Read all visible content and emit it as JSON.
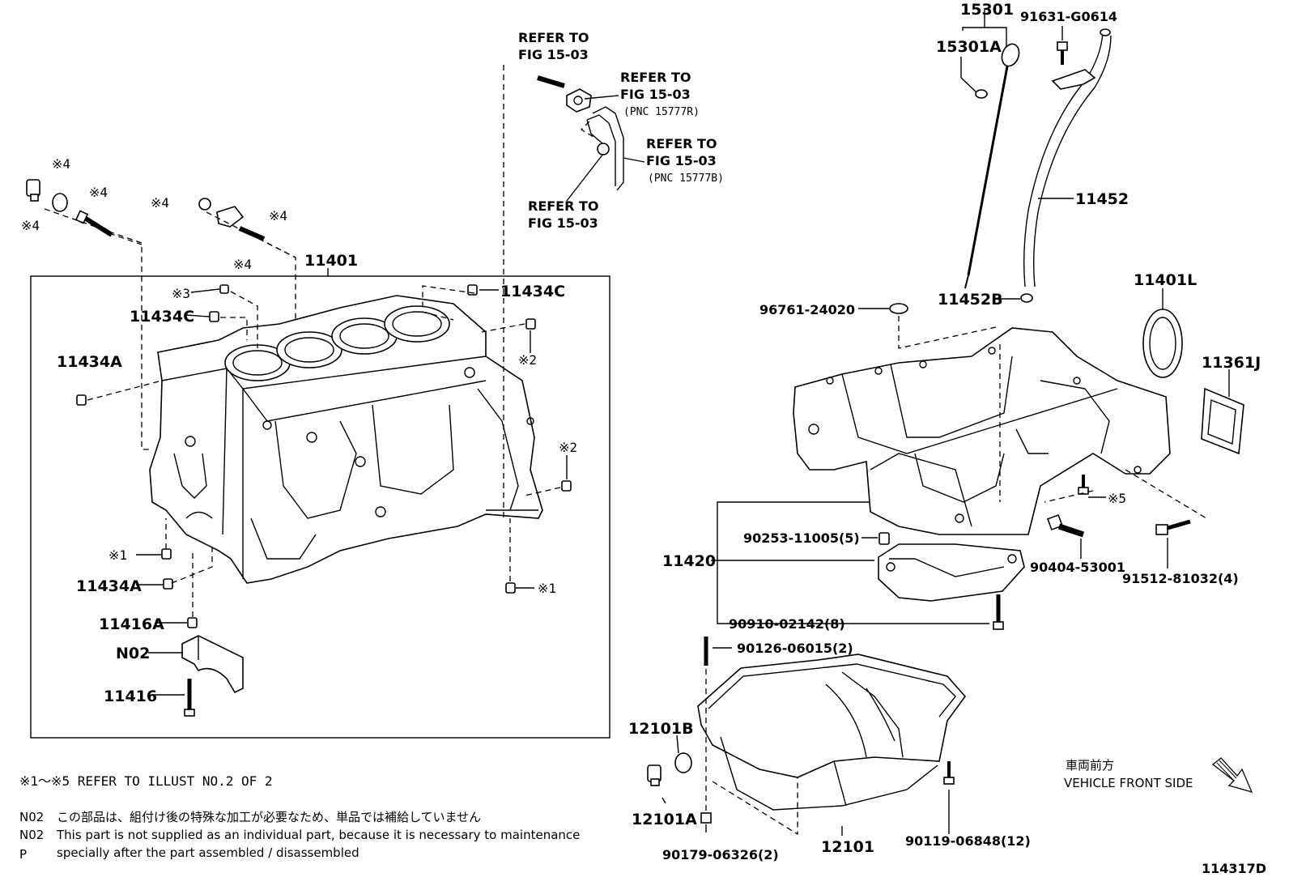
{
  "labels": {
    "p15301": "15301",
    "p15301a": "15301A",
    "p91631": "91631-G0614",
    "p11452": "11452",
    "p11452b": "11452B",
    "p11401l": "11401L",
    "p11361j": "11361J",
    "p96761": "96761-24020",
    "p11401": "11401",
    "p11434c_r": "11434C",
    "p11434c_l": "11434C",
    "p11434a_t": "11434A",
    "p11434a_b": "11434A",
    "p11416a": "11416A",
    "pn02": "N02",
    "p11416": "11416",
    "p11420": "11420",
    "p90253": "90253-11005(5)",
    "p90404": "90404-53001",
    "p91512": "91512-81032(4)",
    "p90910": "90910-02142(8)",
    "p90126": "90126-06015(2)",
    "p12101b": "12101B",
    "p12101a": "12101A",
    "p12101": "12101",
    "p90119": "90119-06848(12)",
    "p90179": "90179-06326(2)",
    "diagram_id": "114317D"
  },
  "refs": {
    "r1_a": "REFER TO",
    "r1_b": "FIG 15-03",
    "r2_a": "REFER TO",
    "r2_b": "FIG 15-03",
    "r2_c": "(PNC 15777R)",
    "r3_a": "REFER TO",
    "r3_b": "FIG 15-03",
    "r3_c": "(PNC 15777B)",
    "r4_a": "REFER TO",
    "r4_b": "FIG 15-03"
  },
  "marks": {
    "m4_a": "※4",
    "m4_b": "※4",
    "m4_c": "※4",
    "m4_d": "※4",
    "m4_e": "※4",
    "m4_f": "※4",
    "m3": "※3",
    "m2_a": "※2",
    "m2_b": "※2",
    "m1_a": "※1",
    "m1_b": "※1",
    "m5": "※5"
  },
  "notes": {
    "refer_illust": "※1～※5 REFER TO ILLUST NO.2 OF 2",
    "n02_code_jp": "N02",
    "n02_jp": "この部品は、組付け後の特殊な加工が必要なため、単品では補給していません",
    "n02_code_en": "N02",
    "n02_en_1": "This part is not supplied as an individual part, because it is necessary to maintenance",
    "n02_en_2": "specially after the part assembled / disassembled",
    "p_mark": "P"
  },
  "direction": {
    "jp": "車両前方",
    "en": "VEHICLE FRONT SIDE"
  }
}
